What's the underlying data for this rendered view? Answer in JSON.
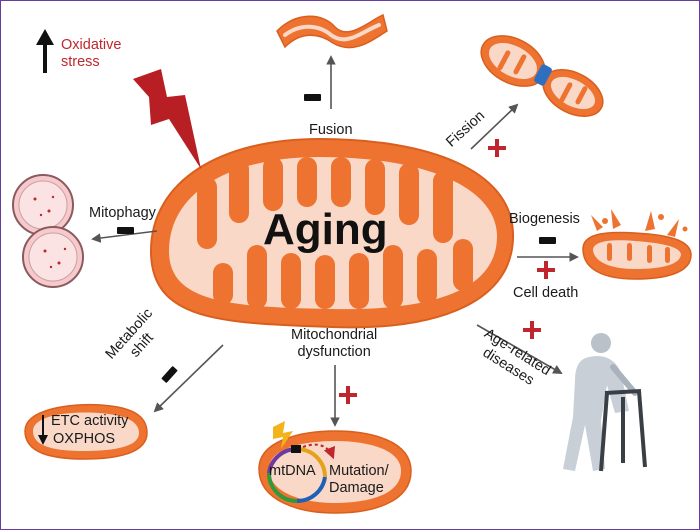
{
  "title": "Aging",
  "oxidative_stress": {
    "label_line1": "Oxidative",
    "label_line2": "stress"
  },
  "nodes": {
    "fusion": "Fusion",
    "fission": "Fission",
    "mitophagy": "Mitophagy",
    "biogenesis": "Biogenesis",
    "cell_death": "Cell death",
    "metabolic_shift_line1": "Metabolic",
    "metabolic_shift_line2": "shift",
    "mito_dysfunction_line1": "Mitochondrial",
    "mito_dysfunction_line2": "dysfunction",
    "age_diseases_line1": "Age-related",
    "age_diseases_line2": "diseases"
  },
  "etc_box": {
    "line1": "ETC activity",
    "line2": "OXPHOS"
  },
  "mtdna": {
    "label": "mtDNA",
    "result_line1": "Mutation/",
    "result_line2": "Damage"
  },
  "colors": {
    "mito_orange": "#ee7330",
    "mito_inner": "#f9d8c7",
    "stress_red": "#b81f24",
    "plus_red": "#c0262d",
    "frame_purple": "#6a3ba0"
  }
}
